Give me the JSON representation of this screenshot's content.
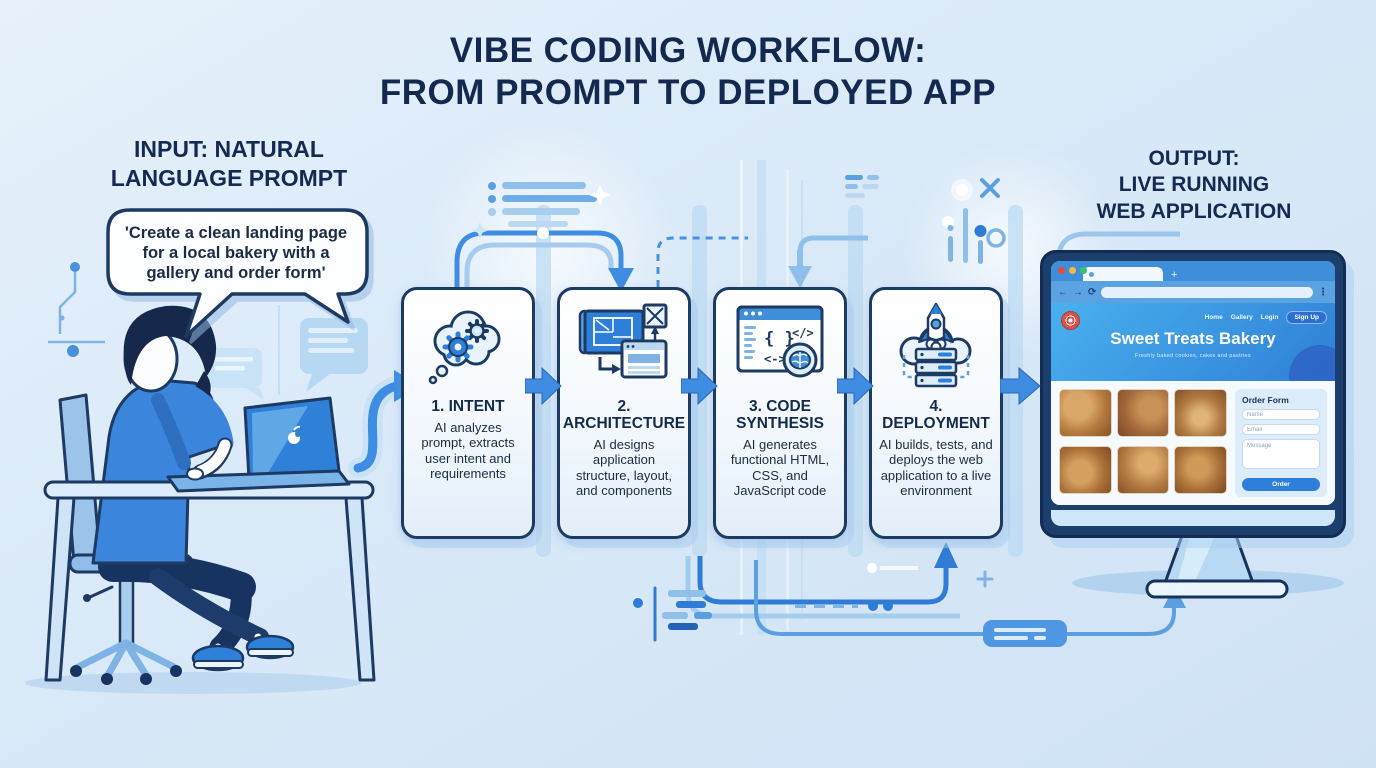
{
  "title": {
    "line1": "VIBE CODING WORKFLOW:",
    "line2": "FROM PROMPT TO DEPLOYED APP"
  },
  "input": {
    "heading_line1": "INPUT: NATURAL",
    "heading_line2": "LANGUAGE PROMPT",
    "prompt": "'Create a clean landing page for a local bakery with a gallery and order form'"
  },
  "output": {
    "heading_line1": "OUTPUT:",
    "heading_line2": "LIVE RUNNING",
    "heading_line3": "WEB APPLICATION"
  },
  "steps": [
    {
      "title": "1. INTENT",
      "description": "AI analyzes prompt, extracts user intent and requirements",
      "icon": "thought-cloud-gears-icon"
    },
    {
      "title": "2. ARCHITECTURE",
      "description": "AI designs application structure, layout, and components",
      "icon": "blueprint-wireframe-icon"
    },
    {
      "title": "3. CODE SYNTHESIS",
      "description": "AI generates functional HTML, CSS, and JavaScript code",
      "icon": "code-window-brain-icon"
    },
    {
      "title": "4. DEPLOYMENT",
      "description": "AI builds, tests, and deploys the web application to a live environment",
      "icon": "rocket-cloud-server-icon"
    }
  ],
  "browser": {
    "chrome": {
      "back": "←",
      "forward": "→",
      "reload": "⟳",
      "menu": "⋮",
      "new_tab": "+"
    },
    "nav": [
      "Home",
      "Gallery",
      "Login"
    ],
    "signup": "Sign Up",
    "hero_title": "Sweet Treats Bakery",
    "hero_tagline": "Freshly baked cookies, cakes and pastries",
    "order_form": {
      "title": "Order Form",
      "name_placeholder": "Name",
      "email_placeholder": "Email",
      "message_placeholder": "Message",
      "submit": "Order"
    }
  },
  "colors": {
    "background": "#d9e8f7",
    "navy_text": "#14294f",
    "card_border": "#1d3a63",
    "accent_blue": "#2e7fd9",
    "light_blue": "#a9cdec",
    "monitor_bezel": "#1c3f6e",
    "logo_badge_red": "#d9534f"
  }
}
